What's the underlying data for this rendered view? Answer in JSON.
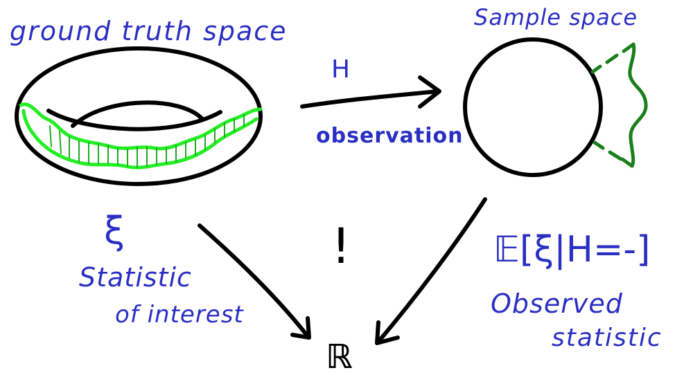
{
  "labels": {
    "ground_truth": "ground truth space",
    "sample_space": "Sample space",
    "H": "H",
    "observation": "observation",
    "xi": "ξ",
    "statistic_line1": "Statistic",
    "statistic_line2": "of interest",
    "expectation": "𝔼[ξ|H=-]",
    "observed_line1": "Observed",
    "observed_line2": "statistic",
    "R": "ℝ",
    "exclaim": "!"
  },
  "colors": {
    "ink": "#000000",
    "pen_blue": "#2a2fc4",
    "highlight_green": "#22ee22",
    "dark_green": "#1a7f1a"
  }
}
